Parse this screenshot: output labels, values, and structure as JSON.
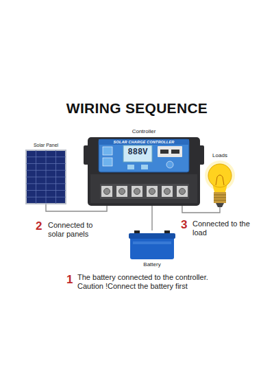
{
  "diagram": {
    "title": "WIRING SEQUENCE",
    "nodes": [
      {
        "text": [
          "Controller",
          "SOLAR CHARGE CONTROLLER",
          "888V"
        ]
      },
      {
        "text": [
          "Solar Panel"
        ]
      },
      {
        "text": [
          "Loads"
        ]
      },
      {
        "text": [
          "Battery"
        ]
      }
    ],
    "edges": [
      {
        "from": 1,
        "to": 0,
        "arrow": "none"
      },
      {
        "from": 3,
        "to": 0,
        "arrow": "none"
      },
      {
        "from": 0,
        "to": 2,
        "arrow": "none"
      }
    ],
    "labels": [
      "2",
      "Connected to solar panels",
      "3",
      "Connected to the load",
      "1",
      "The battery connected to the controller. Caution !Connect the battery first"
    ]
  }
}
